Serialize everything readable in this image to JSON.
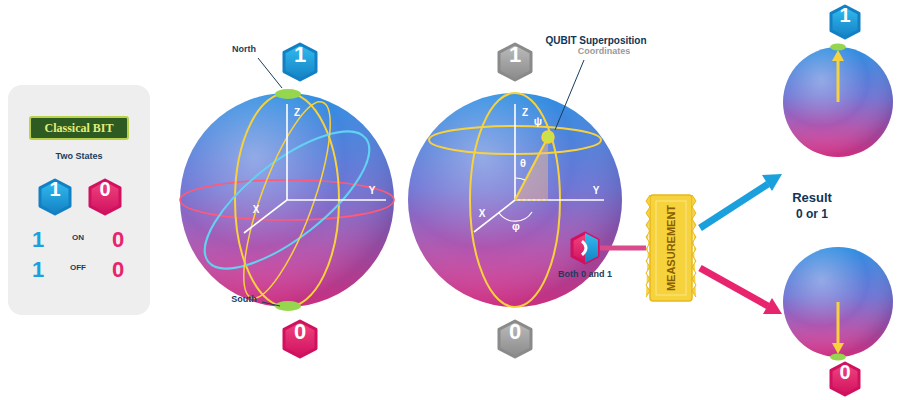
{
  "diagram": {
    "nodes": [
      {
        "text": [
          "Two States"
        ]
      },
      {
        "text": [
          "Classical BIT"
        ],
        "in": 0
      },
      {
        "text": [
          "1"
        ],
        "in": 0
      },
      {
        "text": [
          "0"
        ],
        "in": 0
      },
      {
        "text": [
          "1"
        ]
      },
      {
        "text": [
          "0"
        ]
      },
      {
        "text": [
          "1"
        ]
      },
      {
        "text": [
          "0"
        ]
      },
      {
        "text": [
          "Both 0 and 1"
        ]
      },
      {
        "text": [
          "MEASUREMENT"
        ]
      },
      {
        "text": [
          "1"
        ]
      },
      {
        "text": [
          "0"
        ]
      }
    ],
    "edges": [
      {
        "from": 8,
        "to": 9,
        "arrow": "none"
      }
    ],
    "labels": [
      "1",
      "ON",
      "0",
      "1",
      "OFF",
      "0",
      "North",
      "Z",
      "X",
      "Y",
      "South",
      "QUBIT Superposition",
      "Coordinates",
      "ψ",
      "Z",
      "θ",
      "X",
      "Y",
      "φ",
      "Result",
      "0 or 1"
    ]
  }
}
